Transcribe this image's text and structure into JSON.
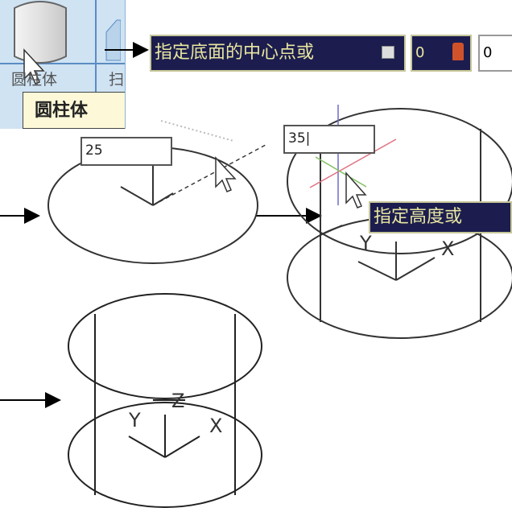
{
  "ribbon": {
    "cylinder_label": "圆柱体",
    "next_label": "扫",
    "tooltip": "圆柱体"
  },
  "prompt_bar": {
    "prompt": "指定底面的中心点或",
    "field1": "0",
    "field2": "0"
  },
  "step1": {
    "radius_input": "25"
  },
  "step2": {
    "height_input": "35|",
    "tooltip": "指定高度或",
    "axis_y": "Y",
    "axis_x": "X"
  },
  "step3": {
    "axis_z": "Z",
    "axis_y": "Y",
    "axis_x": "X"
  },
  "colors": {
    "prompt_bg": "#1c1d4e",
    "prompt_text": "#e8e6a0",
    "ribbon_bg": "#cfe3f3"
  }
}
